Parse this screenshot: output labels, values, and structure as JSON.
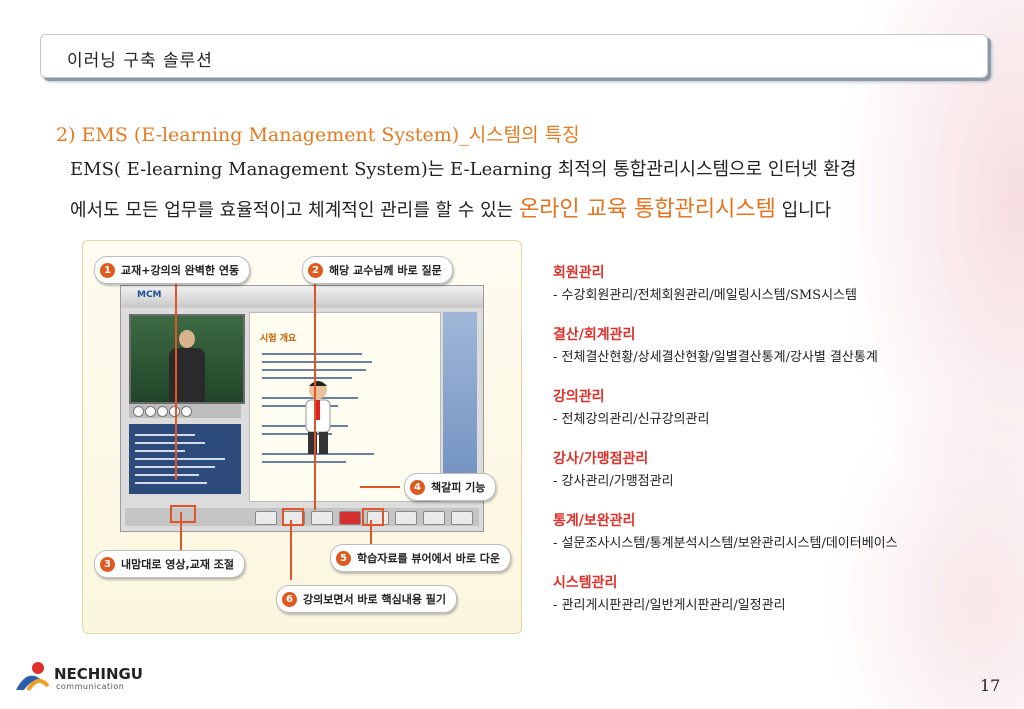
{
  "header": {
    "title": "이러닝 구축 솔루션"
  },
  "section": {
    "heading": "2) EMS (E-learning Management System)_시스템의 특징",
    "line1": "EMS( E-learning Management System)는 E-Learning 최적의 통합관리시스템으로 인터넷 환경",
    "line2_pre": "에서도 모든 업무를 효율적이고 체계적인 관리를 할 수 있는",
    "line2_highlight": "온라인 교육 통합관리시스템",
    "line2_post": "입니다"
  },
  "callouts": [
    {
      "num": "1",
      "label": "교재+강의의 완벽한 연동"
    },
    {
      "num": "2",
      "label": "해당 교수님께 바로 질문"
    },
    {
      "num": "3",
      "label": "내맘대로 영상,교재 조절"
    },
    {
      "num": "4",
      "label": "책갈피 기능"
    },
    {
      "num": "5",
      "label": "학습자료를 뷰어에서 바로 다운"
    },
    {
      "num": "6",
      "label": "강의보면서 바로 핵심내용 필기"
    }
  ],
  "features": [
    {
      "title": "회원관리",
      "desc": "- 수강회원관리/전체회원관리/메일링시스템/SMS시스템"
    },
    {
      "title": "결산/회계관리",
      "desc": "- 전체결산현황/상세결산현황/일별결산통계/강사별 결산통계"
    },
    {
      "title": "강의관리",
      "desc": "- 전체강의관리/신규강의관리"
    },
    {
      "title": "강사/가맹점관리",
      "desc": "- 강사관리/가맹점관리"
    },
    {
      "title": "통계/보완관리",
      "desc": "- 설문조사시스템/통계분석시스템/보완관리시스템/데이터베이스"
    },
    {
      "title": "시스템관리",
      "desc": "- 관리게시판관리/일반게시판관리/일정관리"
    }
  ],
  "app_preview": {
    "panel_title": "시험 개요",
    "logo": "MCM"
  },
  "footer": {
    "company": "NECHINGU",
    "tagline": "communication",
    "page": "17"
  },
  "icons": [
    "nechingu-logo-icon"
  ],
  "colors": {
    "accent_orange": "#e8731c",
    "feature_red": "#e0302a",
    "callout_badge": "#e05a1f"
  }
}
